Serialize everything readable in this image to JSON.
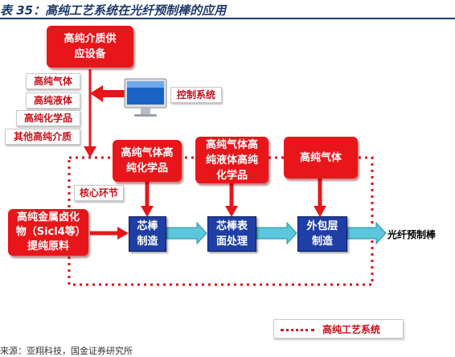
{
  "header": {
    "title": "表 35：高纯工艺系统在光纤预制棒的应用"
  },
  "top": {
    "supply_equipment": "高纯介质供应设备",
    "media_list": [
      "高纯气体",
      "高纯液体",
      "高纯化学品",
      "其他高纯介质"
    ],
    "control_system": "控制系统"
  },
  "process": {
    "core_label": "核心环节",
    "inputs": {
      "core_rod_input": "高纯气体高纯化学品",
      "surface_input": "高纯气体高纯液体高纯化学品",
      "cladding_input": "高纯气体"
    },
    "raw_material": "高纯金属卤化物（Sicl4等）提纯原料",
    "steps": [
      "芯棒制造",
      "芯棒表面处理",
      "外包层制造"
    ],
    "output": "光纤预制棒"
  },
  "legend": {
    "label": "高纯工艺系统"
  },
  "source": "来源：亚翔科技，国金证券研究所",
  "colors": {
    "red": "#e8161b",
    "blue": "#1f3fa6",
    "cyan_arrow": "#5bc6dc",
    "title_blue": "#1f3a6e"
  },
  "icons": [
    "computer-monitor-icon"
  ]
}
